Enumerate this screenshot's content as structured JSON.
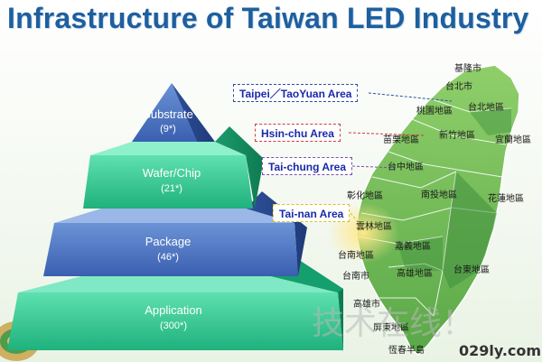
{
  "title": "Infrastructure of Taiwan LED Industry",
  "pyramid": [
    {
      "name": "Substrate",
      "count": "(9*)"
    },
    {
      "name": "Wafer/Chip",
      "count": "(21*)"
    },
    {
      "name": "Package",
      "count": "(46*)"
    },
    {
      "name": "Application",
      "count": "(300*)"
    }
  ],
  "areas": [
    {
      "label": "Taipei／TaoYuan Area",
      "color": "#2e4fa8"
    },
    {
      "label": "Hsin-chu Area",
      "color": "#d23a3a"
    },
    {
      "label": "Tai-chung Area",
      "color": "#7a4fa8"
    },
    {
      "label": "Tai-nan Area",
      "color": "#d8c21a"
    }
  ],
  "map_labels": {
    "keelung": "基隆市",
    "taipei_city": "台北市",
    "taoyuan": "桃園地區",
    "taipei_county": "台北地區",
    "hsinchu": "新竹地區",
    "miaoli": "苗栗地區",
    "yilan": "宜蘭地區",
    "taichung": "台中地區",
    "changhua": "彰化地區",
    "nantou": "南投地區",
    "hualien": "花蓮地區",
    "yunlin": "雲林地區",
    "chiayi": "嘉義地區",
    "tainan_area": "台南地區",
    "tainan_city": "台南市",
    "kaohsiung_area": "高雄地區",
    "taitung": "台東地區",
    "kaohsiung_city": "高雄市",
    "pingtung": "屏東地區",
    "hengchun": "恆春半島"
  },
  "watermark": {
    "cn": "技术在线！",
    "url": "029ly.com"
  }
}
